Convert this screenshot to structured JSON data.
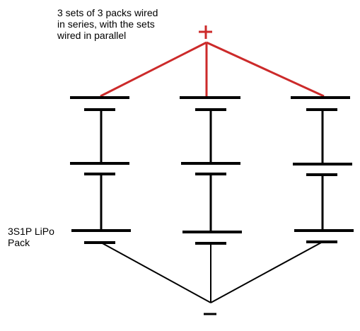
{
  "caption": "3 sets of 3 packs wired in series, with the sets wired in parallel",
  "pack_label": {
    "line1": "3S1P LiPo",
    "line2": "Pack"
  },
  "terminals": {
    "positive": "+",
    "negative": "-"
  },
  "colors": {
    "positive_wire": "#cc2a2a",
    "negative_wire": "#000000",
    "battery": "#000000",
    "background": "#ffffff"
  },
  "structure": {
    "sets": 3,
    "packs_per_set": 3,
    "connection_within_set": "series",
    "connection_between_sets": "parallel"
  }
}
